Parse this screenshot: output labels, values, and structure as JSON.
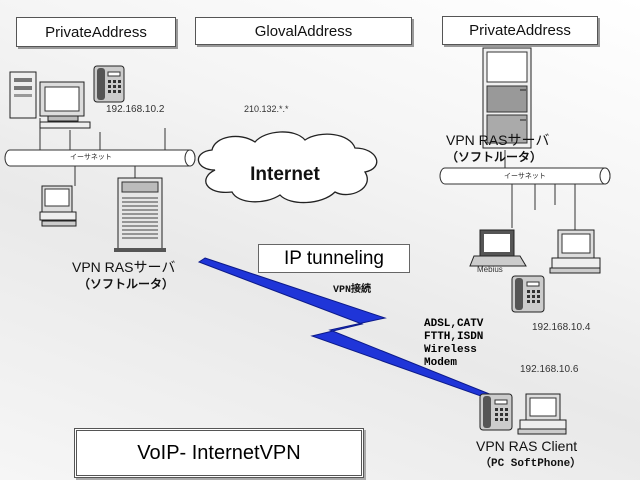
{
  "headers": {
    "private_left": "PrivateAddress",
    "global": "GlovalAddress",
    "private_right": "PrivateAddress"
  },
  "left_network": {
    "ip": "192.168.10.2",
    "ethernet_label": "イーサネット",
    "server_label": "VPN RASサーバ",
    "server_sub": "（ソフトルータ）"
  },
  "global_ip": "210.132.*.*",
  "internet_label": "Internet",
  "ip_tunneling_label": "IP tunneling",
  "vpn_connection_label": "VPN接続",
  "access_types": [
    "ADSL,CATV",
    "FTTH,ISDN",
    "Wireless",
    "Modem"
  ],
  "right_network": {
    "server_label": "VPN RASサーバ",
    "server_sub": "（ソフトルータ）",
    "ethernet_label": "イーサネット",
    "ip_phone": "192.168.10.4",
    "ip_client": "192.168.10.6",
    "laptop_brand": "Mebius"
  },
  "client": {
    "label": "VPN RAS Client",
    "sub": "（PC SoftPhone）"
  },
  "title": "VoIP- InternetVPN"
}
